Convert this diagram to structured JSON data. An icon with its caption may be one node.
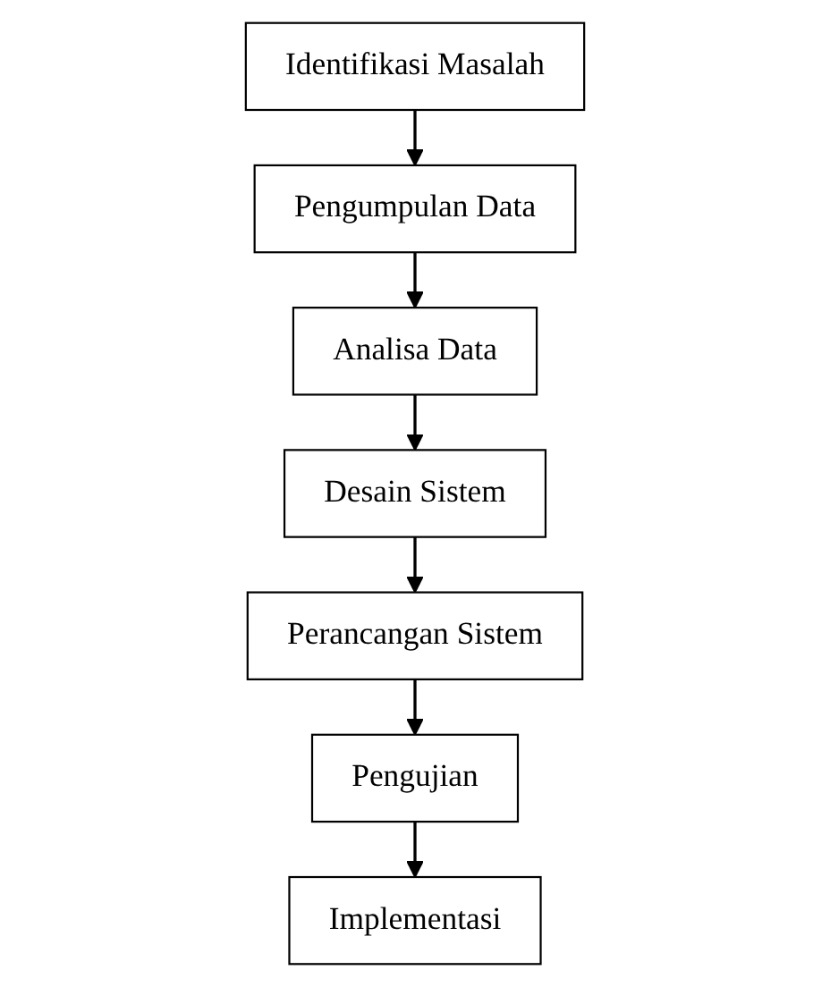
{
  "diagram": {
    "nodes": [
      {
        "text": [
          "Identifikasi Masalah"
        ]
      },
      {
        "text": [
          "Pengumpulan Data"
        ]
      },
      {
        "text": [
          "Analisa Data"
        ]
      },
      {
        "text": [
          "Desain Sistem"
        ]
      },
      {
        "text": [
          "Perancangan Sistem"
        ]
      },
      {
        "text": [
          "Pengujian"
        ]
      },
      {
        "text": [
          "Implementasi"
        ]
      }
    ],
    "edges": [
      {
        "from": 0,
        "to": 1,
        "arrow": "to"
      },
      {
        "from": 1,
        "to": 2,
        "arrow": "to"
      },
      {
        "from": 2,
        "to": 3,
        "arrow": "to"
      },
      {
        "from": 3,
        "to": 4,
        "arrow": "to"
      },
      {
        "from": 4,
        "to": 5,
        "arrow": "to"
      },
      {
        "from": 5,
        "to": 6,
        "arrow": "to"
      }
    ]
  }
}
